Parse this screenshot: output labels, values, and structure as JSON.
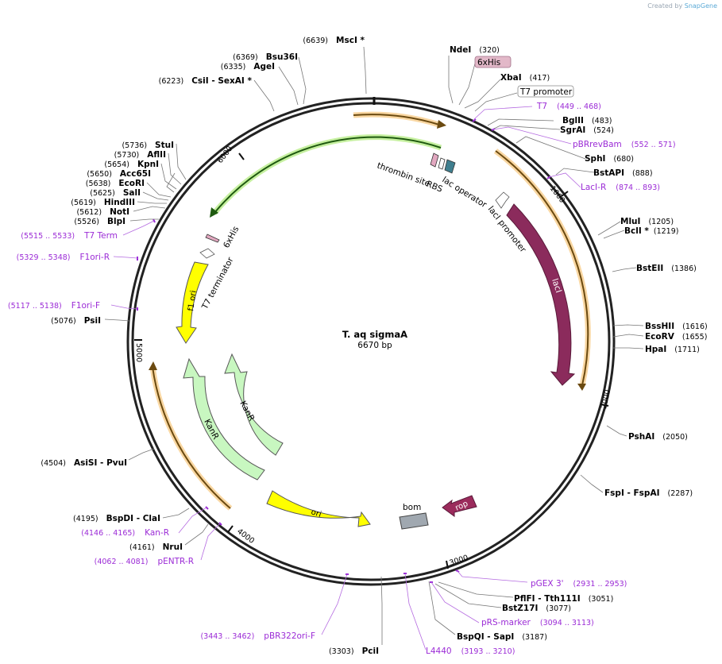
{
  "credit": {
    "prefix": "Created by",
    "brand": "SnapGene"
  },
  "plasmid": {
    "name": "T. aq sigmaA",
    "length_label": "6670 bp"
  },
  "ticks": [
    "1000",
    "2000",
    "3000",
    "4000",
    "5000",
    "6000"
  ],
  "colors": {
    "cds": "#f5b040",
    "lacI": "#8b2b5c",
    "kanR": "#c8f7c0",
    "ori": "#ffff00",
    "rop": "#9b2b5c",
    "primer": "#9b2bd6",
    "backbone": "#222222",
    "promoter": "#ffffff",
    "bom": "#a0a8b0"
  },
  "sites_right": [
    {
      "name": "NdeI",
      "pos": "(320)"
    },
    {
      "name": "XbaI",
      "pos": "(417)"
    },
    {
      "name": "BglII",
      "pos": "(483)"
    },
    {
      "name": "SgrAI",
      "pos": "(524)"
    },
    {
      "name": "SphI",
      "pos": "(680)"
    },
    {
      "name": "BstAPI",
      "pos": "(888)"
    },
    {
      "name": "MluI",
      "pos": "(1205)"
    },
    {
      "name": "BclI *",
      "pos": "(1219)"
    },
    {
      "name": "BstEII",
      "pos": "(1386)"
    },
    {
      "name": "BssHII",
      "pos": "(1616)"
    },
    {
      "name": "EcoRV",
      "pos": "(1655)"
    },
    {
      "name": "HpaI",
      "pos": "(1711)"
    },
    {
      "name": "PshAI",
      "pos": "(2050)"
    },
    {
      "name": "FspI - FspAI",
      "pos": "(2287)"
    },
    {
      "name": "PflFI - Tth111I",
      "pos": "(3051)"
    },
    {
      "name": "BstZ17I",
      "pos": "(3077)"
    },
    {
      "name": "BspQI - SapI",
      "pos": "(3187)"
    }
  ],
  "sites_left": [
    {
      "name": "MscI *",
      "pos": "(6639)"
    },
    {
      "name": "Bsu36I",
      "pos": "(6369)"
    },
    {
      "name": "AgeI",
      "pos": "(6335)"
    },
    {
      "name": "CsiI - SexAI *",
      "pos": "(6223)"
    },
    {
      "name": "StuI",
      "pos": "(5736)"
    },
    {
      "name": "AflII",
      "pos": "(5730)"
    },
    {
      "name": "KpnI",
      "pos": "(5654)"
    },
    {
      "name": "Acc65I",
      "pos": "(5650)"
    },
    {
      "name": "EcoRI",
      "pos": "(5638)"
    },
    {
      "name": "SalI",
      "pos": "(5625)"
    },
    {
      "name": "HindIII",
      "pos": "(5619)"
    },
    {
      "name": "NotI",
      "pos": "(5612)"
    },
    {
      "name": "BlpI",
      "pos": "(5526)"
    },
    {
      "name": "PsiI",
      "pos": "(5076)"
    },
    {
      "name": "AsiSI - PvuI",
      "pos": "(4504)"
    },
    {
      "name": "BspDI - ClaI",
      "pos": "(4195)"
    },
    {
      "name": "NruI",
      "pos": "(4161)"
    },
    {
      "name": "PciI",
      "pos": "(3303)"
    }
  ],
  "primers": [
    {
      "name": "T7",
      "pos": "(449 .. 468)"
    },
    {
      "name": "pBRrevBam",
      "pos": "(552 .. 571)"
    },
    {
      "name": "LacI-R",
      "pos": "(874 .. 893)"
    },
    {
      "name": "pGEX 3'",
      "pos": "(2931 .. 2953)"
    },
    {
      "name": "pRS-marker",
      "pos": "(3094 .. 3113)"
    },
    {
      "name": "L4440",
      "pos": "(3193 .. 3210)"
    },
    {
      "name": "pBR322ori-F",
      "pos": "(3443 .. 3462)"
    },
    {
      "name": "pENTR-R",
      "pos": "(4062 .. 4081)"
    },
    {
      "name": "Kan-R",
      "pos": "(4146 .. 4165)"
    },
    {
      "name": "F1ori-F",
      "pos": "(5117 .. 5138)"
    },
    {
      "name": "F1ori-R",
      "pos": "(5329 .. 5348)"
    },
    {
      "name": "T7 Term",
      "pos": "(5515 .. 5533)"
    }
  ],
  "boxed_labels": {
    "his": "6xHis",
    "t7promoter": "T7 promoter"
  },
  "features": {
    "thrombin": "thrombin site",
    "rbs": "RBS",
    "lacop": "lac operator",
    "lacpromoter": "lacI promoter",
    "lacI": "lacI",
    "his_inner": "6xHis",
    "t7term": "T7 terminator",
    "f1ori": "f1 ori",
    "kanR1": "KanR",
    "kanR2": "KanR",
    "ori": "ori",
    "bom": "bom",
    "rop": "rop"
  }
}
